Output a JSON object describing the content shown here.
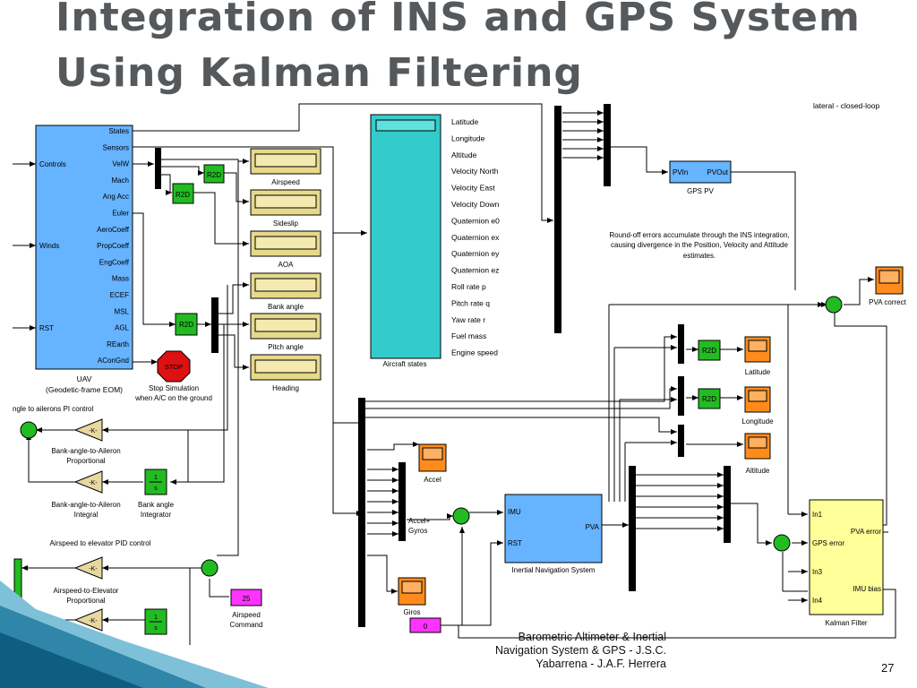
{
  "slide": {
    "title_line1": "Integration of INS and GPS System",
    "title_line2": "Using Kalman Filtering",
    "footer_line1": "Barometric Altimeter & Inertial",
    "footer_line2": "Navigation System & GPS - J.S.C.",
    "footer_line3": "Yabarrena - J.A.F. Herrera",
    "page_number": "27"
  },
  "colors": {
    "uav_block": "#66b3ff",
    "display": "#e6d98a",
    "aircraft_states": "#33cccc",
    "r2d": "#22bb22",
    "scope": "#ff8c1a",
    "gain": "#e8d8a0",
    "constant": "#ff33ff",
    "stop": "#dd1111",
    "bus": "#000000",
    "ins_block": "#66b3ff",
    "kalman": "#ffff99"
  },
  "uav": {
    "outputs": [
      "States",
      "Sensors",
      "VelW",
      "Mach",
      "Ang Acc",
      "Euler",
      "AeroCoeff",
      "PropCoeff",
      "EngCoeff",
      "Mass",
      "ECEF",
      "MSL",
      "AGL",
      "REarth",
      "AConGnd"
    ],
    "inputs": [
      "Controls",
      "Winds",
      "RST"
    ],
    "caption_line1": "UAV",
    "caption_line2": "(Geodetic-frame EOM)"
  },
  "displays": [
    "Airspeed",
    "Sideslip",
    "AOA",
    "Bank angle",
    "Pitch angle",
    "Heading"
  ],
  "r2d_label": "R2D",
  "stop": {
    "label": "STOP",
    "caption_line1": "Stop Simulation",
    "caption_line2": "when A/C on the ground"
  },
  "aircraft_states": {
    "caption": "Aircraft states",
    "signals": [
      "Latitude",
      "Longitude",
      "Altitude",
      "Velocity North",
      "Velocity East",
      "Velocity Down",
      "Quaternion e0",
      "Quaternion ex",
      "Quaternion ey",
      "Quaternion ez",
      "Roll rate p",
      "Pitch rate q",
      "Yaw rate r",
      "Fuel mass",
      "Engine speed"
    ]
  },
  "gps_pv": {
    "in": "PVIn",
    "out": "PVOut",
    "caption": "GPS PV"
  },
  "annotations": {
    "lateral": "lateral - closed-loop",
    "roundoff_line1": "Round-off errors accumulate through the INS integration,",
    "roundoff_line2": "causing divergence in the Position, Velocity and Attitude",
    "roundoff_line3": "estimates."
  },
  "pva_correct": "PVA correct",
  "scopes": {
    "latitude": "Latitude",
    "longitude": "Longitude",
    "altitude": "Altitude",
    "accel": "Accel",
    "giros": "Giros"
  },
  "accel_gyros_line1": "Accel+",
  "accel_gyros_line2": "Gyros",
  "ins": {
    "in1": "IMU",
    "in2": "RST",
    "out": "PVA",
    "caption": "Inertial Navigation System"
  },
  "kalman": {
    "inputs": [
      "In1",
      "GPS error",
      "In3",
      "In4"
    ],
    "outputs": [
      "PVA error",
      "IMU bias"
    ],
    "caption": "Kalman Filter"
  },
  "control": {
    "aileron_title": "ngle to ailerons PI control",
    "gain_label": "-K-",
    "integ_top": "1",
    "integ_bottom": "s",
    "bank_prop_line1": "Bank-angle-to-Aileron",
    "bank_prop_line2": "Proportional",
    "bank_integ_line1": "Bank-angle-to-Aileron",
    "bank_integ_line2": "Integral",
    "bank_integrator_line1": "Bank angle",
    "bank_integrator_line2": "Integrator",
    "elevator_title": "Airspeed to elevator PID control",
    "elev_prop_line1": "Airspeed-to-Elevator",
    "elev_prop_line2": "Proportional",
    "airspeed_cmd_value": "25",
    "airspeed_cmd_line1": "Airspeed",
    "airspeed_cmd_line2": "Command",
    "zero_value": "0"
  }
}
